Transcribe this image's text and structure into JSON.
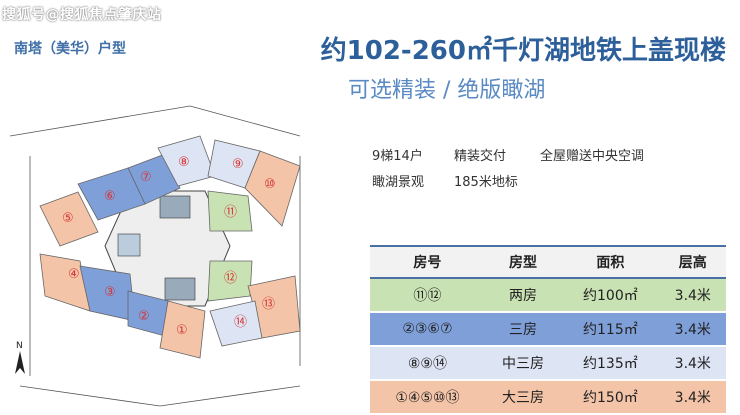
{
  "watermark": "搜狐号@搜狐焦点肇庆站",
  "building_label": "南塔（美华）户型",
  "headline": {
    "text": "约102-260㎡千灯湖地铁上盖现楼"
  },
  "tagline": "可选精装 / 绝版瞰湖",
  "features": [
    [
      "9梯14户",
      "精装交付",
      "全屋赠送中央空调"
    ],
    [
      "瞰湖景观",
      "185米地标",
      ""
    ]
  ],
  "table": {
    "headers": [
      "房号",
      "房型",
      "面积",
      "层高"
    ],
    "rows": [
      [
        "⑪⑫",
        "两房",
        "约100㎡",
        "3.4米"
      ],
      [
        "②③⑥⑦",
        "三房",
        "约115㎡",
        "3.4米"
      ],
      [
        "⑧⑨⑭",
        "中三房",
        "约135㎡",
        "3.4米"
      ],
      [
        "①④⑤⑩⑬",
        "大三房",
        "约150㎡",
        "3.4米"
      ]
    ]
  },
  "floorplan": {
    "units": [
      "①",
      "②",
      "③",
      "④",
      "⑤",
      "⑥",
      "⑦",
      "⑧",
      "⑨",
      "⑩",
      "⑪",
      "⑫",
      "⑬",
      "⑭"
    ],
    "compass": "N",
    "colors": {
      "green": "#c9e2b3",
      "blue": "#7f9fd9",
      "lavender": "#dde4f4",
      "peach": "#f4c4a8"
    }
  }
}
